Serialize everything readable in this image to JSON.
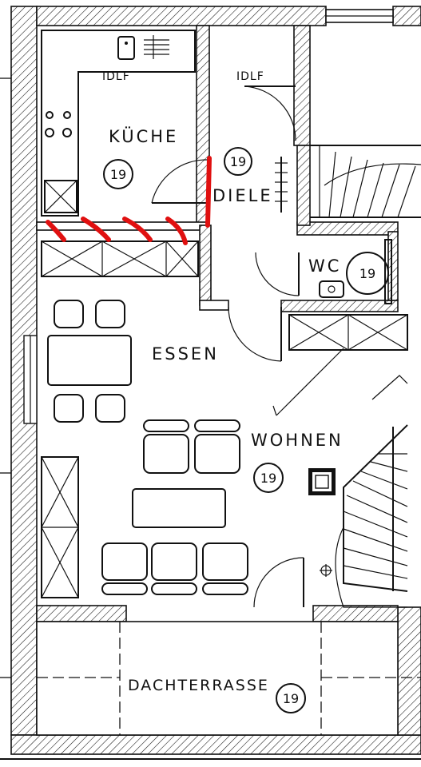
{
  "rooms": {
    "kueche": {
      "label": "KÜCHE",
      "badge": "19"
    },
    "diele": {
      "label": "DIELE",
      "badge": "19"
    },
    "wc": {
      "label": "WC",
      "badge": "19"
    },
    "essen": {
      "label": "ESSEN"
    },
    "wohnen": {
      "label": "WOHNEN",
      "badge": "19"
    },
    "dachterrasse": {
      "label": "DACHTERRASSE",
      "badge": "19"
    }
  },
  "annotations": {
    "kueche_idlf": "IDLF",
    "diele_idlf": "IDLF"
  },
  "colors": {
    "ink": "#111111",
    "paper": "#ffffff",
    "marking": "#e01010"
  }
}
